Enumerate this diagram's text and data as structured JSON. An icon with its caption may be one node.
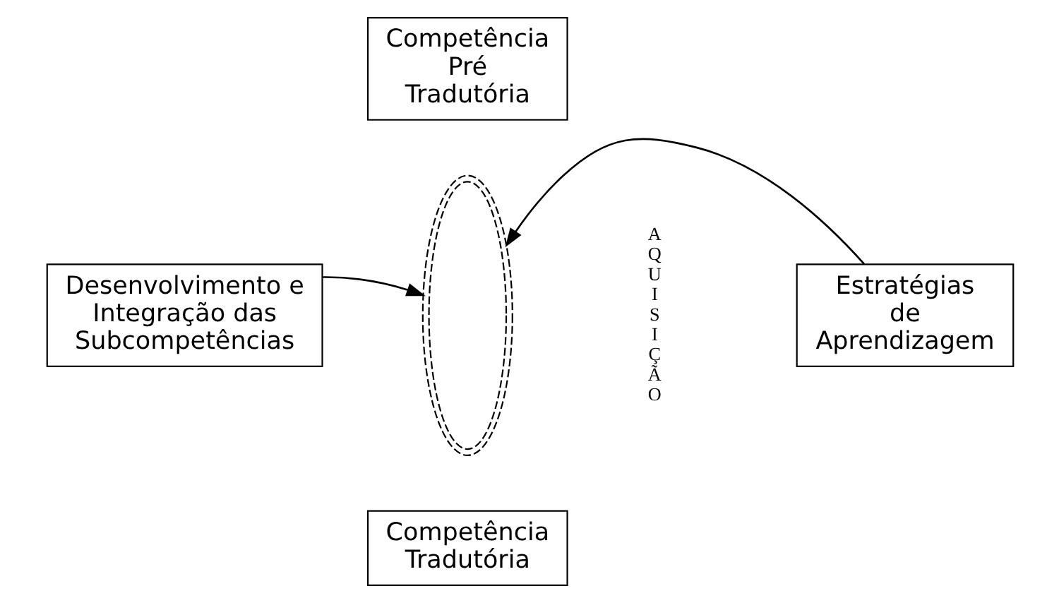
{
  "diagram": {
    "nodes": [
      {
        "text": [
          "Competência Pré Tradutória"
        ]
      },
      {
        "text": [
          "Desenvolvimento e Integração das Subcompetências"
        ]
      },
      {
        "text": [],
        "shape": "coil"
      },
      {
        "text": [
          "Estratégias de Aprendizagem"
        ]
      },
      {
        "text": [
          "Competência Tradutória"
        ]
      }
    ],
    "edges": [
      {
        "from": 1,
        "to": 2,
        "arrow": "to"
      },
      {
        "from": 3,
        "to": 2,
        "arrow": "to"
      }
    ],
    "labels": [
      "AQUISIÇÃO"
    ]
  }
}
